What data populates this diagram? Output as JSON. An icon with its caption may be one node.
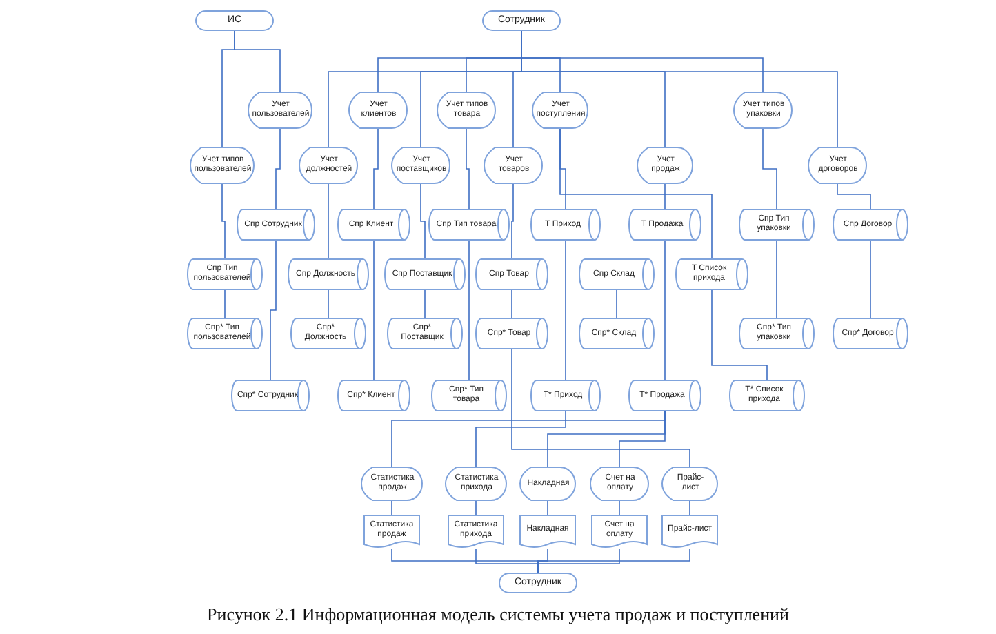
{
  "diagram": {
    "caption": "Рисунок 2.1 Информационная модель системы учета продаж и поступлений",
    "nodes": [
      {
        "text": [
          "ИС"
        ]
      },
      {
        "text": [
          "Сотрудник"
        ]
      },
      {
        "text": [
          "Учет пользователей"
        ]
      },
      {
        "text": [
          "Учет клиентов"
        ]
      },
      {
        "text": [
          "Учет типов товара"
        ]
      },
      {
        "text": [
          "Учет поступления"
        ]
      },
      {
        "text": [
          "Учет типов упаковки"
        ]
      },
      {
        "text": [
          "Учет типов пользователей"
        ]
      },
      {
        "text": [
          "Учет должностей"
        ]
      },
      {
        "text": [
          "Учет поставщиков"
        ]
      },
      {
        "text": [
          "Учет товаров"
        ]
      },
      {
        "text": [
          "Учет продаж"
        ]
      },
      {
        "text": [
          "Учет договоров"
        ]
      },
      {
        "text": [
          "Спр Сотрудник"
        ]
      },
      {
        "text": [
          "Спр Клиент"
        ]
      },
      {
        "text": [
          "Спр Тип товара"
        ]
      },
      {
        "text": [
          "Т Приход"
        ]
      },
      {
        "text": [
          "Т Продажа"
        ]
      },
      {
        "text": [
          "Спр Тип упаковки"
        ]
      },
      {
        "text": [
          "Спр Договор"
        ]
      },
      {
        "text": [
          "Спр Тип пользователей"
        ]
      },
      {
        "text": [
          "Спр Должность"
        ]
      },
      {
        "text": [
          "Спр Поставщик"
        ]
      },
      {
        "text": [
          "Спр Товар"
        ]
      },
      {
        "text": [
          "Спр Склад"
        ]
      },
      {
        "text": [
          "Т Список прихода"
        ]
      },
      {
        "text": [
          "Спр* Тип пользователей"
        ]
      },
      {
        "text": [
          "Спр* Должность"
        ]
      },
      {
        "text": [
          "Спр* Поставщик"
        ]
      },
      {
        "text": [
          "Спр* Товар"
        ]
      },
      {
        "text": [
          "Спр* Склад"
        ]
      },
      {
        "text": [
          "Спр* Тип упаковки"
        ]
      },
      {
        "text": [
          "Спр* Договор"
        ]
      },
      {
        "text": [
          "Спр* Сотрудник"
        ]
      },
      {
        "text": [
          "Спр* Клиент"
        ]
      },
      {
        "text": [
          "Спр* Тип товара"
        ]
      },
      {
        "text": [
          "Т* Приход"
        ]
      },
      {
        "text": [
          "Т* Продажа"
        ]
      },
      {
        "text": [
          "Т* Список прихода"
        ]
      },
      {
        "text": [
          "Статистика продаж"
        ]
      },
      {
        "text": [
          "Статистика прихода"
        ]
      },
      {
        "text": [
          "Накладная"
        ]
      },
      {
        "text": [
          "Счет на оплату"
        ]
      },
      {
        "text": [
          "Прайс-лист"
        ]
      },
      {
        "text": [
          "Статистика продаж"
        ]
      },
      {
        "text": [
          "Статистика прихода"
        ]
      },
      {
        "text": [
          "Накладная"
        ]
      },
      {
        "text": [
          "Счет на оплату"
        ]
      },
      {
        "text": [
          "Прайс-лист"
        ]
      },
      {
        "text": [
          "Сотрудник"
        ]
      }
    ],
    "edges": [
      {
        "from": 0,
        "to": 2,
        "arrow": "none"
      },
      {
        "from": 0,
        "to": 7,
        "arrow": "none"
      },
      {
        "from": 1,
        "to": 3,
        "arrow": "none"
      },
      {
        "from": 1,
        "to": 4,
        "arrow": "none"
      },
      {
        "from": 1,
        "to": 5,
        "arrow": "none"
      },
      {
        "from": 1,
        "to": 6,
        "arrow": "none"
      },
      {
        "from": 1,
        "to": 8,
        "arrow": "none"
      },
      {
        "from": 1,
        "to": 9,
        "arrow": "none"
      },
      {
        "from": 1,
        "to": 10,
        "arrow": "none"
      },
      {
        "from": 1,
        "to": 11,
        "arrow": "none"
      },
      {
        "from": 1,
        "to": 12,
        "arrow": "none"
      },
      {
        "from": 2,
        "to": 13,
        "arrow": "none"
      },
      {
        "from": 3,
        "to": 14,
        "arrow": "none"
      },
      {
        "from": 4,
        "to": 15,
        "arrow": "none"
      },
      {
        "from": 5,
        "to": 16,
        "arrow": "none"
      },
      {
        "from": 5,
        "to": 25,
        "arrow": "none"
      },
      {
        "from": 6,
        "to": 18,
        "arrow": "none"
      },
      {
        "from": 7,
        "to": 20,
        "arrow": "none"
      },
      {
        "from": 8,
        "to": 21,
        "arrow": "none"
      },
      {
        "from": 9,
        "to": 22,
        "arrow": "none"
      },
      {
        "from": 10,
        "to": 23,
        "arrow": "none"
      },
      {
        "from": 11,
        "to": 17,
        "arrow": "none"
      },
      {
        "from": 12,
        "to": 19,
        "arrow": "none"
      },
      {
        "from": 13,
        "to": 33,
        "arrow": "none"
      },
      {
        "from": 14,
        "to": 34,
        "arrow": "none"
      },
      {
        "from": 15,
        "to": 35,
        "arrow": "none"
      },
      {
        "from": 16,
        "to": 36,
        "arrow": "none"
      },
      {
        "from": 17,
        "to": 37,
        "arrow": "none"
      },
      {
        "from": 18,
        "to": 31,
        "arrow": "none"
      },
      {
        "from": 19,
        "to": 32,
        "arrow": "none"
      },
      {
        "from": 20,
        "to": 26,
        "arrow": "none"
      },
      {
        "from": 21,
        "to": 27,
        "arrow": "none"
      },
      {
        "from": 22,
        "to": 28,
        "arrow": "none"
      },
      {
        "from": 23,
        "to": 29,
        "arrow": "none"
      },
      {
        "from": 24,
        "to": 30,
        "arrow": "none"
      },
      {
        "from": 25,
        "to": 38,
        "arrow": "none"
      },
      {
        "from": 37,
        "to": 39,
        "arrow": "none"
      },
      {
        "from": 36,
        "to": 40,
        "arrow": "none"
      },
      {
        "from": 37,
        "to": 41,
        "arrow": "none"
      },
      {
        "from": 37,
        "to": 42,
        "arrow": "none"
      },
      {
        "from": 29,
        "to": 43,
        "arrow": "none"
      },
      {
        "from": 39,
        "to": 44,
        "arrow": "none"
      },
      {
        "from": 40,
        "to": 45,
        "arrow": "none"
      },
      {
        "from": 41,
        "to": 46,
        "arrow": "none"
      },
      {
        "from": 42,
        "to": 47,
        "arrow": "none"
      },
      {
        "from": 43,
        "to": 48,
        "arrow": "none"
      },
      {
        "from": 44,
        "to": 49,
        "arrow": "none"
      },
      {
        "from": 45,
        "to": 49,
        "arrow": "none"
      },
      {
        "from": 46,
        "to": 49,
        "arrow": "none"
      },
      {
        "from": 47,
        "to": 49,
        "arrow": "none"
      },
      {
        "from": 48,
        "to": 49,
        "arrow": "none"
      }
    ]
  }
}
